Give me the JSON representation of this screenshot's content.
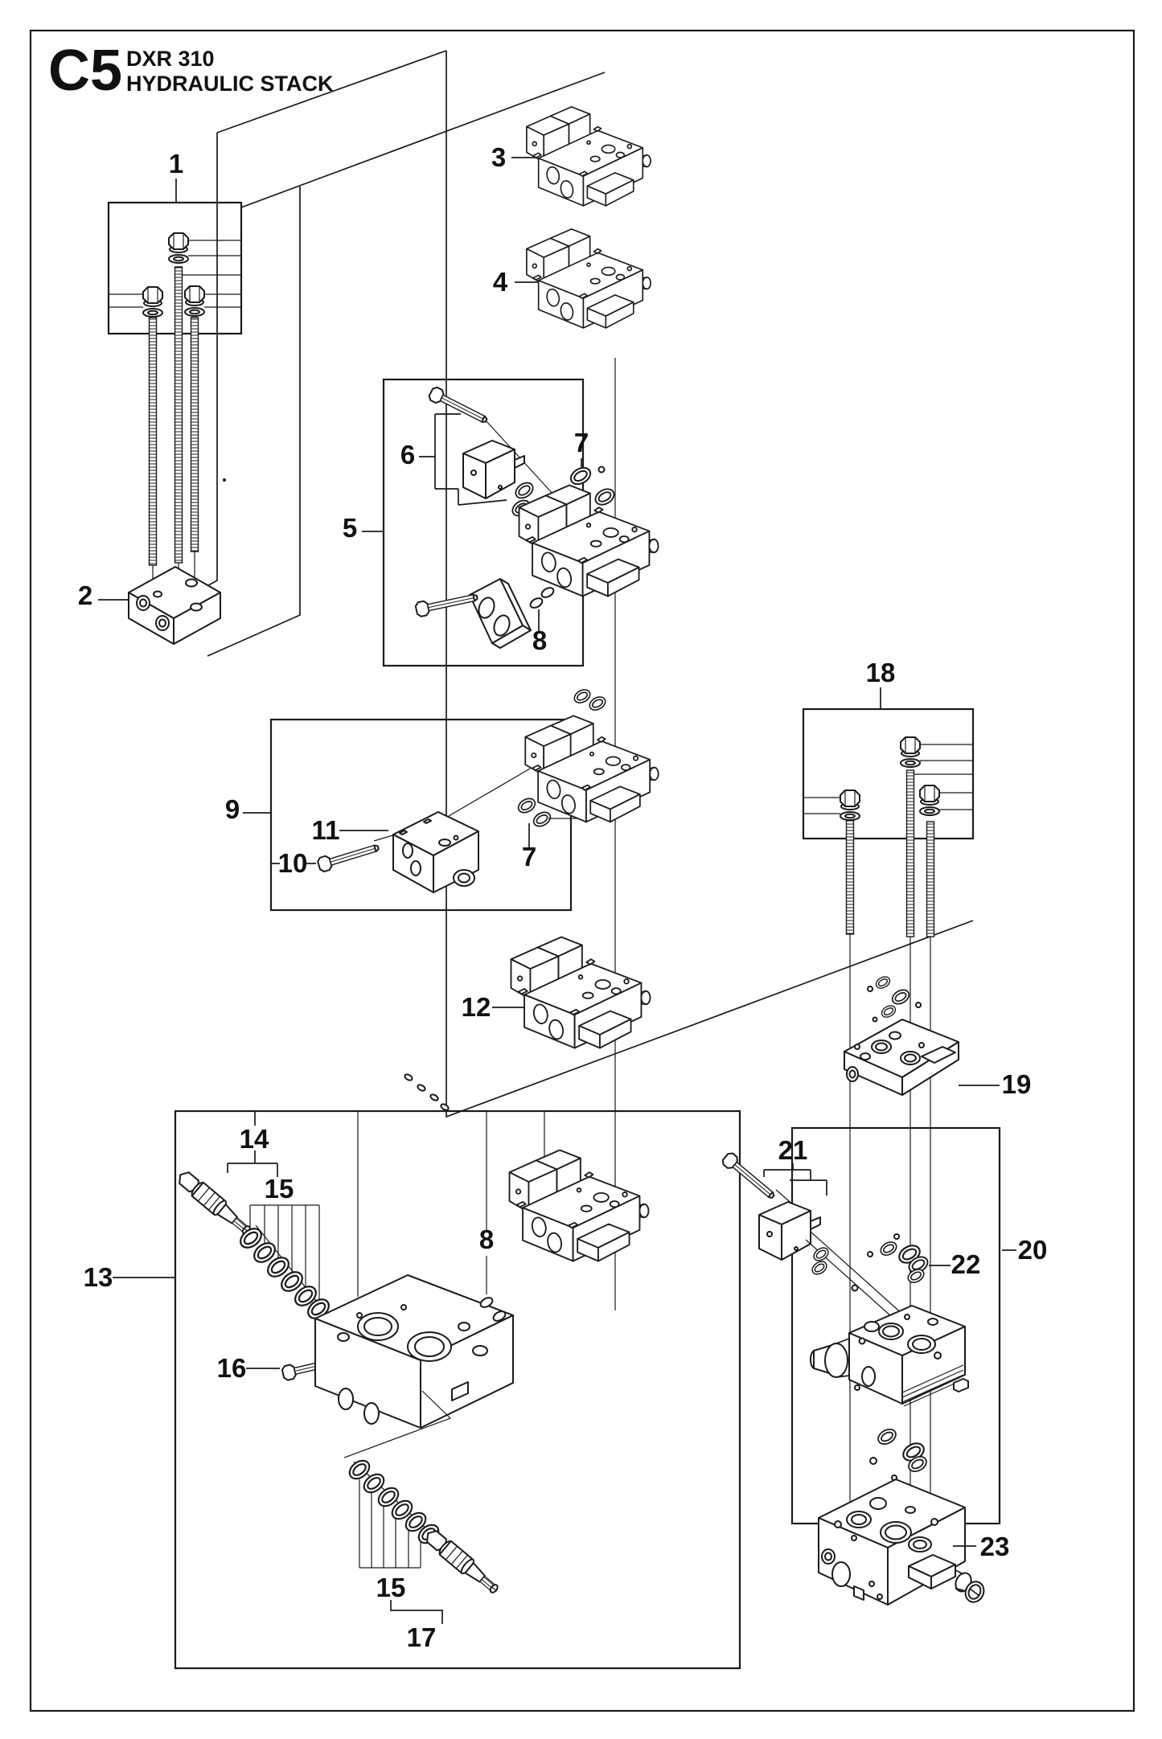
{
  "page": {
    "code": "C5",
    "model": "DXR 310",
    "title": "HYDRAULIC STACK"
  },
  "callouts": {
    "c1": "1",
    "c2": "2",
    "c3": "3",
    "c4": "4",
    "c5": "5",
    "c6": "6",
    "c7a": "7",
    "c7b": "7",
    "c8a": "8",
    "c8b": "8",
    "c9": "9",
    "c10": "10",
    "c11": "11",
    "c12": "12",
    "c13": "13",
    "c14": "14",
    "c15a": "15",
    "c15b": "15",
    "c16": "16",
    "c17": "17",
    "c18": "18",
    "c19": "19",
    "c20": "20",
    "c21": "21",
    "c22": "22",
    "c23": "23"
  }
}
